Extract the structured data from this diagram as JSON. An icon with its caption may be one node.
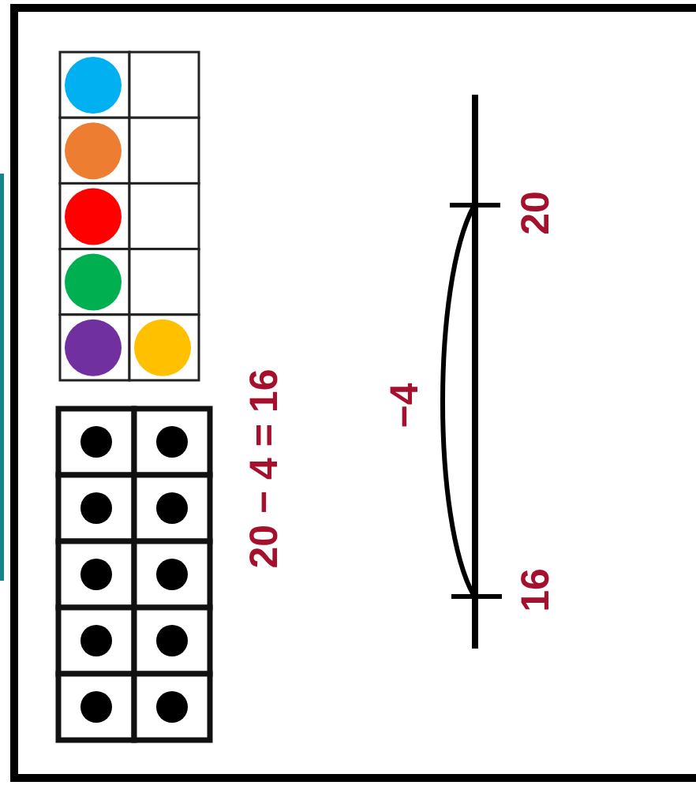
{
  "diagram": {
    "labels": [
      "20 − 4 = 16",
      "−4",
      "20",
      "16"
    ]
  }
}
